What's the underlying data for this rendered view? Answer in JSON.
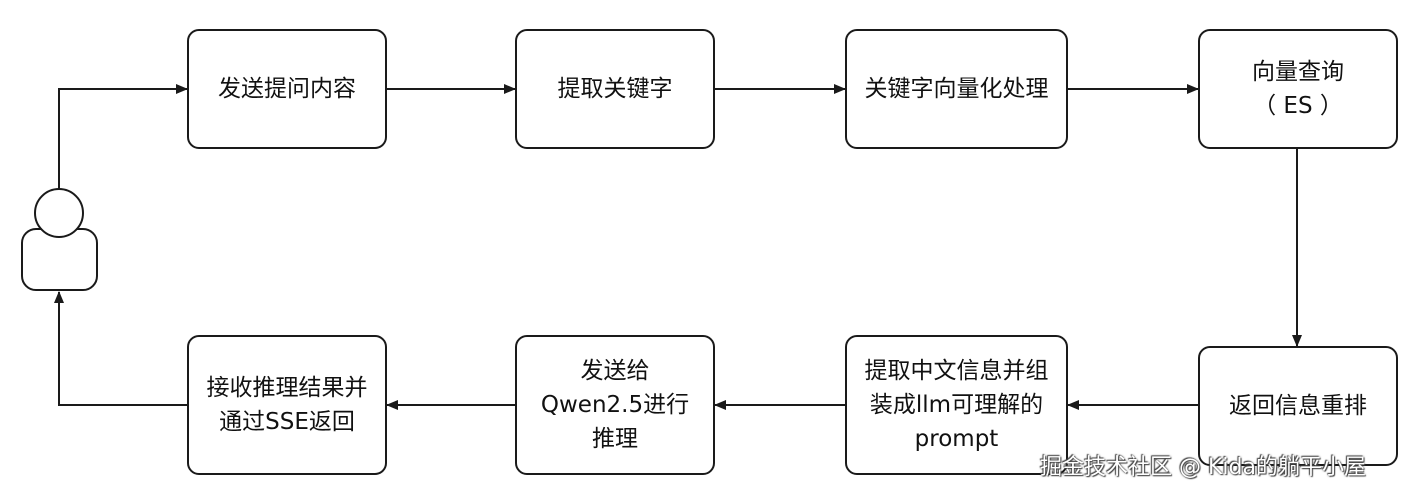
{
  "nodes": [
    {
      "id": "send",
      "lines": [
        "发送提问内容"
      ]
    },
    {
      "id": "extract",
      "lines": [
        "提取关键字"
      ]
    },
    {
      "id": "vectorize",
      "lines": [
        "关键字向量化处理"
      ]
    },
    {
      "id": "query",
      "lines": [
        "向量查询",
        "（ ES ）"
      ]
    },
    {
      "id": "rerank",
      "lines": [
        "返回信息重排"
      ]
    },
    {
      "id": "prompt",
      "lines": [
        "提取中文信息并组",
        "装成llm可理解的",
        "prompt"
      ]
    },
    {
      "id": "qwen",
      "lines": [
        "发送给",
        "Qwen2.5进行",
        "推理"
      ]
    },
    {
      "id": "receive",
      "lines": [
        "接收推理结果并",
        "通过SSE返回"
      ]
    }
  ],
  "watermark": "掘金技术社区 @ Kida的躺平小屋",
  "colors": {
    "stroke": "#1a1a1a",
    "text": "#111111",
    "background": "#ffffff"
  }
}
